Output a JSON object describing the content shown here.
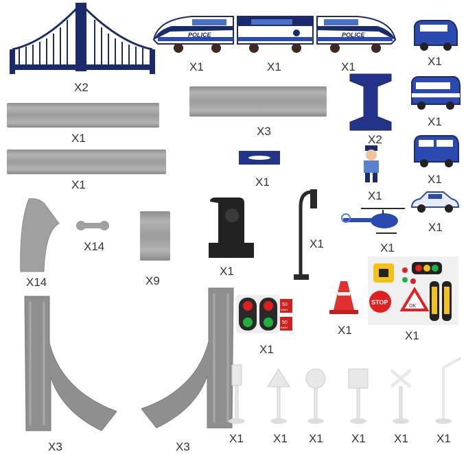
{
  "labels": {
    "bridge": "X2",
    "train_front": "X1",
    "train_middle": "X1",
    "train_rear": "X1",
    "car_1": "X1",
    "car_2": "X1",
    "car_3": "X1",
    "car_4": "X1",
    "long_track_1": "X1",
    "long_track_2": "X1",
    "medium_track": "X3",
    "bridge_pillar": "X2",
    "small_connector": "X1",
    "figure": "X1",
    "curve_track": "X14",
    "connector": "X14",
    "short_track": "X9",
    "tunnel_piece": "X1",
    "street_lamp": "X1",
    "helicopter": "X1",
    "traffic_light": "X1",
    "cone": "X1",
    "sticker_sheet": "X1",
    "switch_left": "X3",
    "switch_right": "X3",
    "sign_1": "X1",
    "sign_2": "X1",
    "sign_3": "X1",
    "sign_4": "X1",
    "sign_5": "X1",
    "sign_6": "X1"
  },
  "printed": {
    "police_front": "POLICE",
    "police_rear": "POLICE",
    "speed_top": "50",
    "speed_top_unit": "KM/H",
    "speed_bottom": "50",
    "speed_bottom_unit": "KM/H",
    "stop": "STOP",
    "ok": "OK"
  },
  "colors": {
    "navy": "#1b2a6b",
    "blue": "#2a4ab0",
    "track_gray": "#a0a0a0",
    "signal_red": "#e02020",
    "signal_green": "#20b040",
    "sticker_yellow": "#f2c21a"
  }
}
